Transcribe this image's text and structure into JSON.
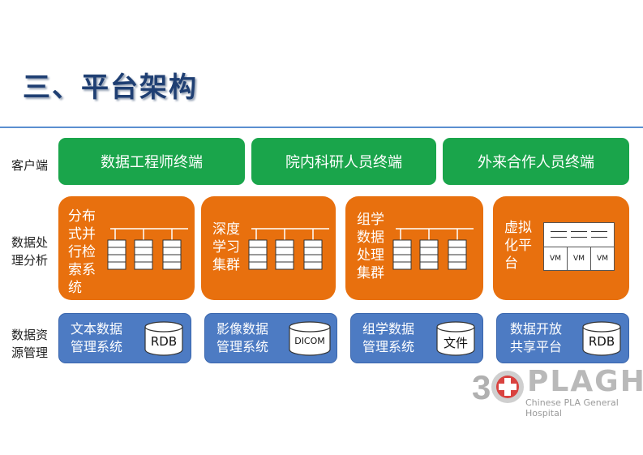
{
  "title": "三、平台架构",
  "row_labels": {
    "client": "客户端",
    "processing": "数据处\n理分析",
    "resource": "数据资\n源管理"
  },
  "client_terminals": [
    "数据工程师终端",
    "院内科研人员终端",
    "外来合作人员终端"
  ],
  "processing_systems": [
    "分布\n式并\n行检\n索系\n统",
    "深度\n学习\n集群",
    "组学\n数据\n处理\n集群",
    "虚拟\n化平\n台"
  ],
  "vm_label": "VM",
  "resource_systems": [
    {
      "name": "文本数据\n管理系统",
      "store": "RDB"
    },
    {
      "name": "影像数据\n管理系统",
      "store": "DICOM"
    },
    {
      "name": "组学数据\n管理系统",
      "store": "文件"
    },
    {
      "name": "数据开放\n共享平台",
      "store": "RDB"
    }
  ],
  "logo": {
    "brand": "PLAGH",
    "subtitle": "Chinese PLA General Hospital"
  },
  "colors": {
    "title": "#1f3f73",
    "client": "#1aa54b",
    "processing": "#e8700e",
    "resource": "#4d7bc3",
    "rule": "#5b8fd0"
  }
}
